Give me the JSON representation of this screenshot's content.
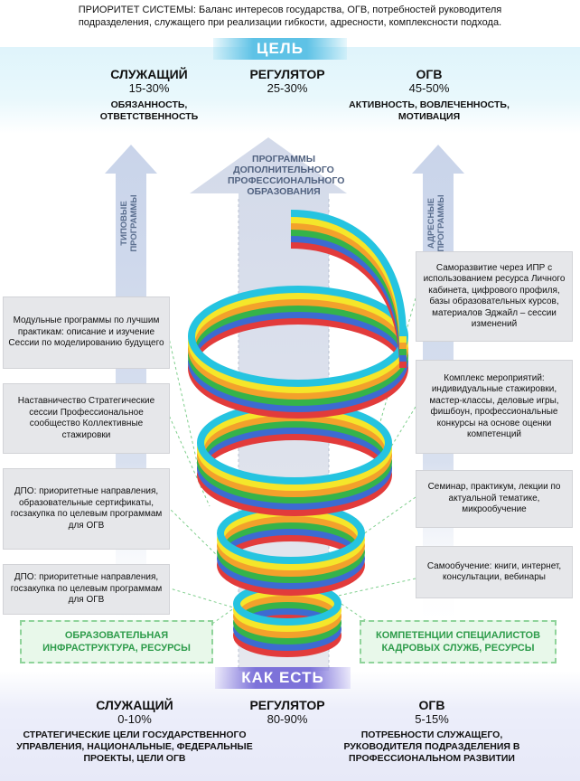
{
  "header": {
    "line1": "ПРИОРИТЕТ СИСТЕМЫ: Баланс интересов государства, ОГВ, потребностей руководителя",
    "line2": "подразделения, служащего при реализации гибкости, адресности, комплексности подхода."
  },
  "goal": {
    "tag": "ЦЕЛЬ",
    "columns": [
      {
        "role": "СЛУЖАЩИЙ",
        "pct": "15-30%",
        "desc": "ОБЯЗАННОСТЬ, ОТВЕТСТВЕННОСТЬ"
      },
      {
        "role": "РЕГУЛЯТОР",
        "pct": "25-30%",
        "desc": ""
      },
      {
        "role": "ОГВ",
        "pct": "45-50%",
        "desc": "АКТИВНОСТЬ, ВОВЛЕЧЕННОСТЬ, МОТИВАЦИЯ"
      }
    ]
  },
  "arrows": {
    "left_label_1": "ТИПОВЫЕ",
    "left_label_2": "ПРОГРАММЫ",
    "center_label": "ПРОГРАММЫ ДОПОЛНИТЕЛЬНОГО ПРОФЕССИОНАЛЬНОГО ОБРАЗОВАНИЯ",
    "right_label_1": "АДРЕСНЫЕ",
    "right_label_2": "ПРОГРАММЫ"
  },
  "left_boxes": [
    {
      "text": "Модульные программы по лучшим практикам: описание и изучение Сессии по моделированию будущего"
    },
    {
      "text": "Наставничество Стратегические сессии Профессиональное сообщество Коллективные стажировки"
    },
    {
      "text": "ДПО: приоритетные направления, образовательные сертификаты, госзакупка по целевым программам для ОГВ"
    },
    {
      "text": "ДПО: приоритетные направления, госзакупка по целевым программам для ОГВ"
    }
  ],
  "right_boxes": [
    {
      "text": "Саморазвитие через ИПР с использованием ресурса Личного кабинета, цифрового профиля, базы образовательных курсов, материалов Эджайл – сессии изменений"
    },
    {
      "text": "Комплекс мероприятий: индивидуальные стажировки, мастер-классы, деловые игры, фишбоун, профессиональные конкурсы на основе оценки компетенций"
    },
    {
      "text": "Семинар, практикум, лекции по актуальной тематике, микрообучение"
    },
    {
      "text": "Самообучение: книги, интернет, консультации, вебинары"
    }
  ],
  "resources": {
    "left": "ОБРАЗОВАТЕЛЬНАЯ ИНФРАСТРУКТУРА, РЕСУРСЫ",
    "right": "КОМПЕТЕНЦИИ СПЕЦИАЛИСТОВ КАДРОВЫХ СЛУЖБ, РЕСУРСЫ"
  },
  "current": {
    "tag": "КАК ЕСТЬ",
    "columns": [
      {
        "role": "СЛУЖАЩИЙ",
        "pct": "0-10%",
        "desc": "СТРАТЕГИЧЕСКИЕ ЦЕЛИ ГОСУДАРСТВЕННОГО УПРАВЛЕНИЯ, НАЦИОНАЛЬНЫЕ, ФЕДЕРАЛЬНЫЕ ПРОЕКТЫ, ЦЕЛИ ОГВ"
      },
      {
        "role": "РЕГУЛЯТОР",
        "pct": "80-90%",
        "desc": ""
      },
      {
        "role": "ОГВ",
        "pct": "5-15%",
        "desc": "ПОТРЕБНОСТИ СЛУЖАЩЕГО, РУКОВОДИТЕЛЯ ПОДРАЗДЕЛЕНИЯ В ПРОФЕССИОНАЛЬНОМ РАЗВИТИИ"
      }
    ]
  },
  "colors": {
    "spiral": [
      "#25c4e0",
      "#f5e62a",
      "#f3a12b",
      "#35b34a",
      "#3d6bd1",
      "#e23b3b"
    ],
    "goal_tag": "#5ec2e6",
    "now_tag": "#7d72d9",
    "green_text": "#2e9c4b"
  },
  "icons": {
    "arrows": "up-arrow-icon",
    "spiral": "spiral-icon"
  }
}
